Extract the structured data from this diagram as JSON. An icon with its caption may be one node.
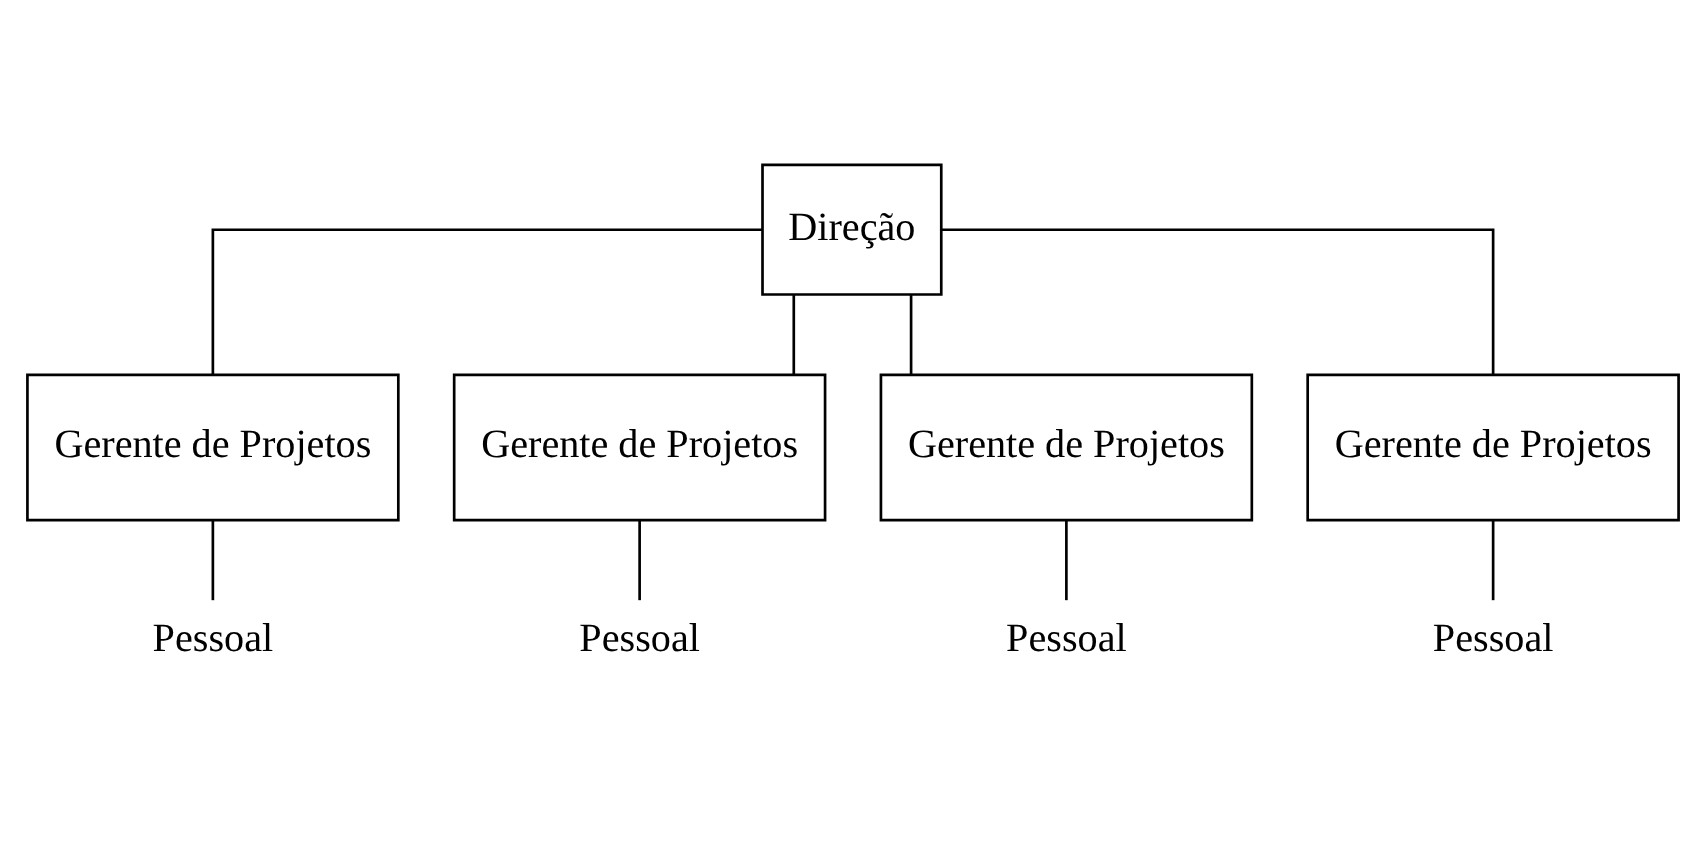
{
  "diagram": {
    "nodes": [
      {
        "text": [
          "Direção"
        ]
      },
      {
        "text": [
          "Gerente de Projetos"
        ]
      },
      {
        "text": [
          "Gerente de Projetos"
        ]
      },
      {
        "text": [
          "Gerente de Projetos"
        ]
      },
      {
        "text": [
          "Gerente de Projetos"
        ]
      },
      {
        "text": [
          "Pessoal"
        ]
      },
      {
        "text": [
          "Pessoal"
        ]
      },
      {
        "text": [
          "Pessoal"
        ]
      },
      {
        "text": [
          "Pessoal"
        ]
      }
    ],
    "edges": [
      {
        "from": 0,
        "to": 1,
        "arrow": "none"
      },
      {
        "from": 0,
        "to": 2,
        "arrow": "none"
      },
      {
        "from": 0,
        "to": 3,
        "arrow": "none"
      },
      {
        "from": 0,
        "to": 4,
        "arrow": "none"
      },
      {
        "from": 1,
        "to": 5,
        "arrow": "none"
      },
      {
        "from": 2,
        "to": 6,
        "arrow": "none"
      },
      {
        "from": 3,
        "to": 7,
        "arrow": "none"
      },
      {
        "from": 4,
        "to": 8,
        "arrow": "none"
      }
    ]
  }
}
